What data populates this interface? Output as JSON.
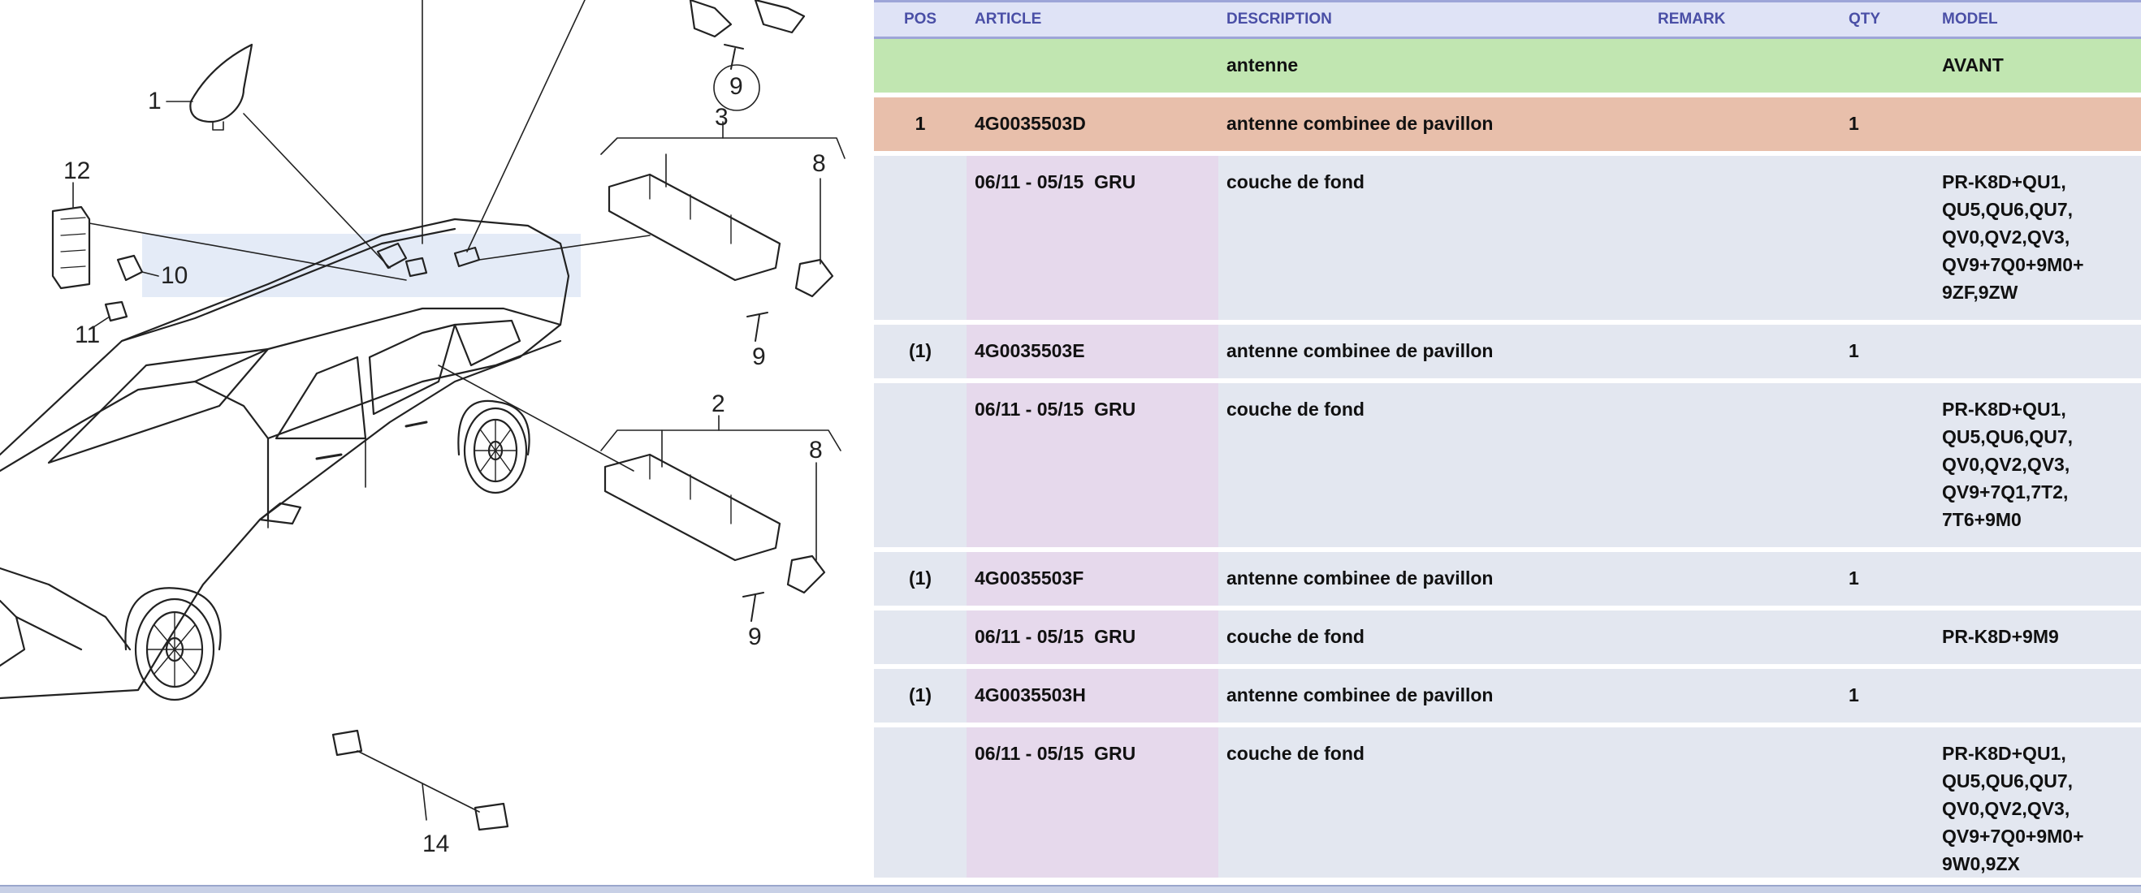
{
  "diagram": {
    "callouts": [
      "1",
      "2",
      "3",
      "8",
      "8",
      "9",
      "9",
      "9",
      "10",
      "11",
      "12",
      "14"
    ]
  },
  "table": {
    "headers": {
      "pos": "POS",
      "article": "ARTICLE",
      "description": "DESCRIPTION",
      "remark": "REMARK",
      "qty": "QTY",
      "model": "MODEL"
    },
    "rows": [
      {
        "pos": "",
        "article": "",
        "description": "antenne",
        "remark": "",
        "qty": "",
        "model": "AVANT"
      },
      {
        "pos": "1",
        "article": "4G0035503D",
        "description": "antenne combinee de pavillon",
        "remark": "",
        "qty": "1",
        "model": ""
      },
      {
        "pos": "",
        "article": "06/11 - 05/15  GRU",
        "description": "couche de fond",
        "remark": "",
        "qty": "",
        "model": "PR-K8D+QU1,\nQU5,QU6,QU7,\nQV0,QV2,QV3,\nQV9+7Q0+9M0+\n9ZF,9ZW"
      },
      {
        "pos": "(1)",
        "article": "4G0035503E",
        "description": "antenne combinee de pavillon",
        "remark": "",
        "qty": "1",
        "model": ""
      },
      {
        "pos": "",
        "article": "06/11 - 05/15  GRU",
        "description": "couche de fond",
        "remark": "",
        "qty": "",
        "model": "PR-K8D+QU1,\nQU5,QU6,QU7,\nQV0,QV2,QV3,\nQV9+7Q1,7T2,\n7T6+9M0"
      },
      {
        "pos": "(1)",
        "article": "4G0035503F",
        "description": "antenne combinee de pavillon",
        "remark": "",
        "qty": "1",
        "model": ""
      },
      {
        "pos": "",
        "article": "06/11 - 05/15  GRU",
        "description": "couche de fond",
        "remark": "",
        "qty": "",
        "model": "PR-K8D+9M9"
      },
      {
        "pos": "(1)",
        "article": "4G0035503H",
        "description": "antenne combinee de pavillon",
        "remark": "",
        "qty": "1",
        "model": ""
      },
      {
        "pos": "",
        "article": "06/11 - 05/15  GRU",
        "description": "couche de fond",
        "remark": "",
        "qty": "",
        "model": "PR-K8D+QU1,\nQU5,QU6,QU7,\nQV0,QV2,QV3,\nQV9+7Q0+9M0+\n9W0,9ZX"
      }
    ]
  }
}
